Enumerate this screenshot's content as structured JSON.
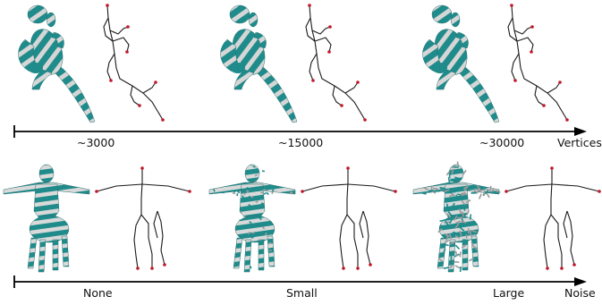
{
  "colors": {
    "teal": "#1f8b8b",
    "stripe": "#d9d9d9",
    "skeleton": "#1a1a1a",
    "joint": "#c0182a",
    "axis": "#000000"
  },
  "rows": [
    {
      "axis_label": "Vertices",
      "ticks": [
        "~3000",
        "~15000",
        "~30000"
      ],
      "panels": [
        {
          "mesh": "armadillo-mesh",
          "skeleton": "armadillo-skeleton"
        },
        {
          "mesh": "armadillo-mesh",
          "skeleton": "armadillo-skeleton"
        },
        {
          "mesh": "armadillo-mesh",
          "skeleton": "armadillo-skeleton"
        }
      ]
    },
    {
      "axis_label": "Noise",
      "ticks": [
        "None",
        "Small",
        "Large"
      ],
      "panels": [
        {
          "mesh": "centaur-mesh",
          "skeleton": "centaur-skeleton",
          "noise": 0
        },
        {
          "mesh": "centaur-mesh",
          "skeleton": "centaur-skeleton",
          "noise": 1
        },
        {
          "mesh": "centaur-mesh",
          "skeleton": "centaur-skeleton",
          "noise": 2
        }
      ]
    }
  ]
}
